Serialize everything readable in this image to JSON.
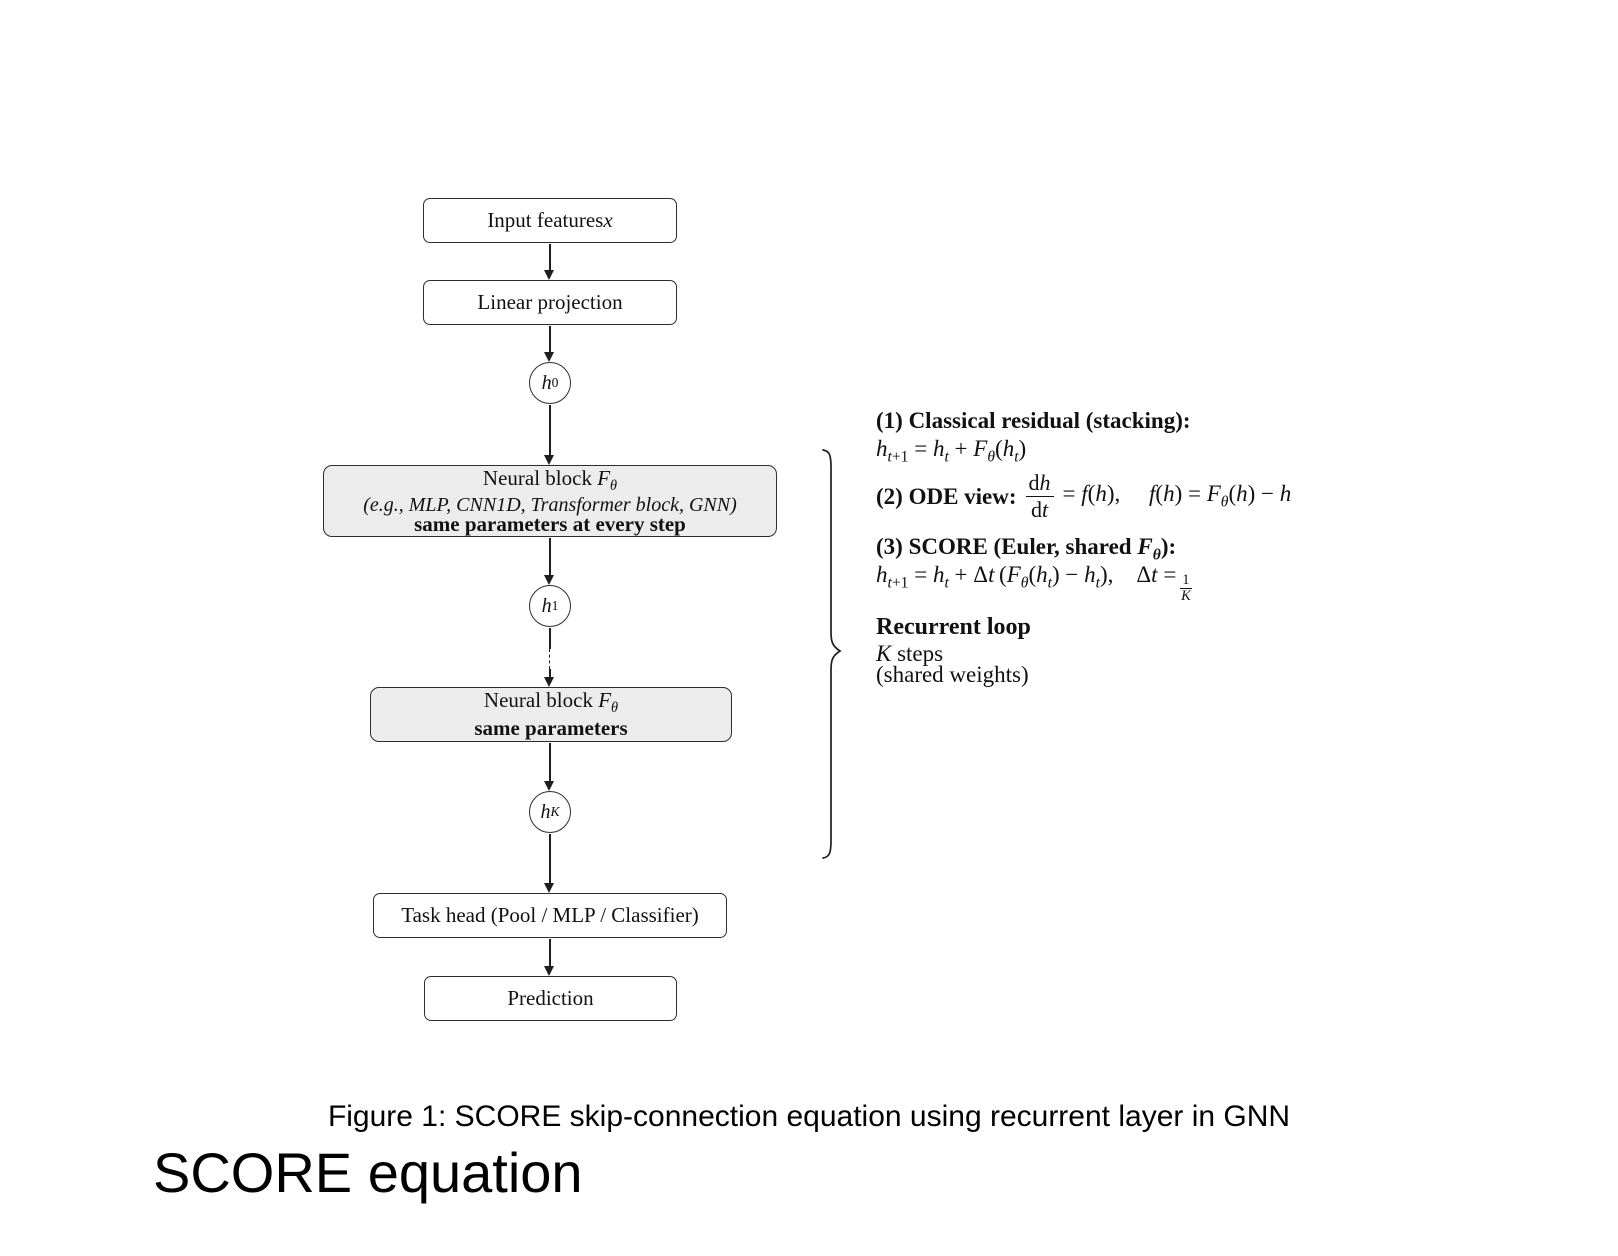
{
  "figure": {
    "flowchart": {
      "input_box": "Input features <i>x</i>",
      "linear_box": "Linear projection",
      "h0": "<i>h</i><sub>0</sub>",
      "block1_line1": "Neural block <i>F</i><sub><i>θ</i></sub>",
      "block1_line2": "(e.g., MLP, CNN1D, Transformer block, GNN)",
      "block1_line3": "same parameters at every step",
      "h1": "<i>h</i><sub>1</sub>",
      "block2_line1": "Neural block <i>F</i><sub><i>θ</i></sub>",
      "block2_line2": "same parameters",
      "hK": "<i>h</i><sub><i>K</i></sub>",
      "task_head_box": "Task head (Pool / MLP / Classifier)",
      "prediction_box": "Prediction"
    },
    "annotations": {
      "eq1_title": "(1) Classical residual (stacking):",
      "eq1_math": "<i>h</i><sub><i>t</i>+1</sub> = <i>h</i><sub><i>t</i></sub> + <i>F</i><sub><i>θ</i></sub>(<i>h</i><sub><i>t</i></sub>)",
      "eq2_title": "(2) ODE view:",
      "eq2_frac_num": "d<i>h</i>",
      "eq2_frac_den": "d<i>t</i>",
      "eq2_rest": "= <i>f</i>(<i>h</i>),  <i>f</i>(<i>h</i>) = <i>F</i><sub><i>θ</i></sub>(<i>h</i>) − <i>h</i>",
      "eq3_title": "(3) SCORE (Euler, shared <i>F</i><sub><i>θ</i></sub>):",
      "eq3_math_main": "<i>h</i><sub><i>t</i>+1</sub> = <i>h</i><sub><i>t</i></sub> + Δ<i>t</i> (<i>F</i><sub><i>θ</i></sub>(<i>h</i><sub><i>t</i></sub>) − <i>h</i><sub><i>t</i></sub>), Δ<i>t</i> =",
      "eq3_frac_num": "1",
      "eq3_frac_den": "<i>K</i>",
      "loop_title": "Recurrent loop",
      "loop_line2": "<i>K</i> steps",
      "loop_line3": "(shared weights)"
    },
    "caption": "Figure 1: SCORE skip-connection equation using recurrent layer in GNN",
    "page_title": "SCORE equation",
    "colors": {
      "block_fill": "#ececec",
      "line": "#1e1e1e",
      "text": "#111111",
      "background": "#ffffff"
    }
  }
}
